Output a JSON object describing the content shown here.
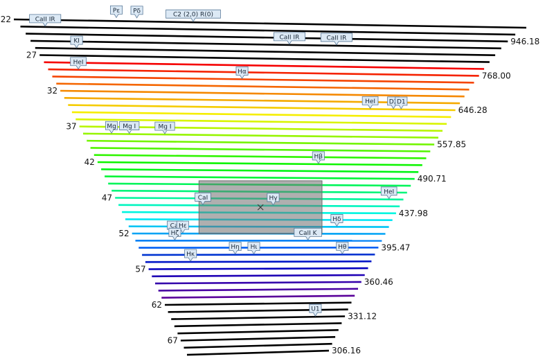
{
  "order_labels": [
    {
      "order": "22",
      "row": 0
    },
    {
      "order": "27",
      "row": 5
    },
    {
      "order": "32",
      "row": 10
    },
    {
      "order": "37",
      "row": 15
    },
    {
      "order": "42",
      "row": 20
    },
    {
      "order": "47",
      "row": 25
    },
    {
      "order": "52",
      "row": 30
    },
    {
      "order": "57",
      "row": 35
    },
    {
      "order": "62",
      "row": 40
    },
    {
      "order": "67",
      "row": 45
    }
  ],
  "wavelength_labels": [
    {
      "value": "946.18",
      "row": 2
    },
    {
      "value": "768.00",
      "row": 7
    },
    {
      "value": "646.28",
      "row": 12
    },
    {
      "value": "557.85",
      "row": 17
    },
    {
      "value": "490.71",
      "row": 22
    },
    {
      "value": "437.98",
      "row": 27
    },
    {
      "value": "395.47",
      "row": 32
    },
    {
      "value": "360.46",
      "row": 37
    },
    {
      "value": "331.12",
      "row": 42
    },
    {
      "value": "306.16",
      "row": 47
    }
  ],
  "line_markers": [
    {
      "label": "Pε",
      "row": -1,
      "frac": 0.2
    },
    {
      "label": "Pδ",
      "row": -1,
      "frac": 0.24
    },
    {
      "label": "C2 (2,0) R(0)",
      "row": 0,
      "frac": 0.35
    },
    {
      "label": "CaII IR",
      "row": 1,
      "frac": 0.05
    },
    {
      "label": "CaII IR",
      "row": 3,
      "frac": 0.55
    },
    {
      "label": "CaII IR",
      "row": 3,
      "frac": 0.65
    },
    {
      "label": "KI",
      "row": 4,
      "frac": 0.09
    },
    {
      "label": "HeI",
      "row": 7,
      "frac": 0.07
    },
    {
      "label": "Hα",
      "row": 8,
      "frac": 0.45
    },
    {
      "label": "HeI",
      "row": 12,
      "frac": 0.78
    },
    {
      "label": "D2",
      "row": 12,
      "frac": 0.84
    },
    {
      "label": "D1",
      "row": 12,
      "frac": 0.86
    },
    {
      "label": "Mg",
      "row": 16,
      "frac": 0.08
    },
    {
      "label": "Mg I",
      "row": 16,
      "frac": 0.13
    },
    {
      "label": "Mg I",
      "row": 16,
      "frac": 0.23
    },
    {
      "label": "Hβ",
      "row": 20,
      "frac": 0.68
    },
    {
      "label": "HeI",
      "row": 25,
      "frac": 0.95
    },
    {
      "label": "CaI",
      "row": 26,
      "frac": 0.3
    },
    {
      "label": "Hγ",
      "row": 26,
      "frac": 0.55
    },
    {
      "label": "Hδ",
      "row": 29,
      "frac": 0.8
    },
    {
      "label": "CaI",
      "row": 30,
      "frac": 0.17
    },
    {
      "label": "Hε",
      "row": 30,
      "frac": 0.2
    },
    {
      "label": "Hζ",
      "row": 31,
      "frac": 0.16
    },
    {
      "label": "CaII K",
      "row": 31,
      "frac": 0.7
    },
    {
      "label": "Hη",
      "row": 33,
      "frac": 0.4
    },
    {
      "label": "Hι",
      "row": 33,
      "frac": 0.48
    },
    {
      "label": "Hθ",
      "row": 33,
      "frac": 0.86
    },
    {
      "label": "Hκ",
      "row": 34,
      "frac": 0.2
    },
    {
      "label": "U1",
      "row": 42,
      "frac": 0.83
    }
  ],
  "selection": {
    "row_start": 23,
    "row_end": 30,
    "frac_start": 0.3,
    "frac_end": 0.75
  },
  "colors": {
    "infrared": "#000000",
    "ultraviolet": "#000000"
  },
  "icons": {
    "selection_center": "cross-icon"
  }
}
